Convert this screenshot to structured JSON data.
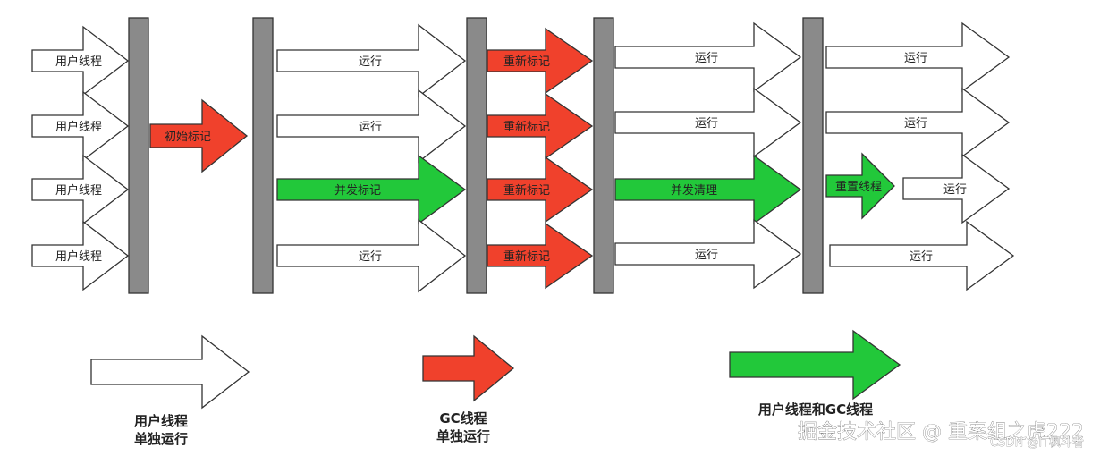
{
  "colors": {
    "user": "#ffffff",
    "gc": "#f0412c",
    "both": "#22c83a",
    "bar": "#8a8a8a",
    "outline": "#333333"
  },
  "phases": {
    "user_thread": "用户线程",
    "initial_mark": "初始标记",
    "run": "运行",
    "concurrent_mark": "并发标记",
    "remark": "重新标记",
    "concurrent_clean": "并发清理",
    "reset_thread": "重置线程"
  },
  "legend": {
    "user": {
      "line1": "用户线程",
      "line2": "单独运行"
    },
    "gc": {
      "line1": "GC线程",
      "line2": "单独运行"
    },
    "both": {
      "line1": "用户线程和GC线程"
    }
  },
  "watermark": {
    "main": "掘金技术社区 @ 重案组之虎222",
    "sub": "CSDN @IT枫斗者"
  }
}
